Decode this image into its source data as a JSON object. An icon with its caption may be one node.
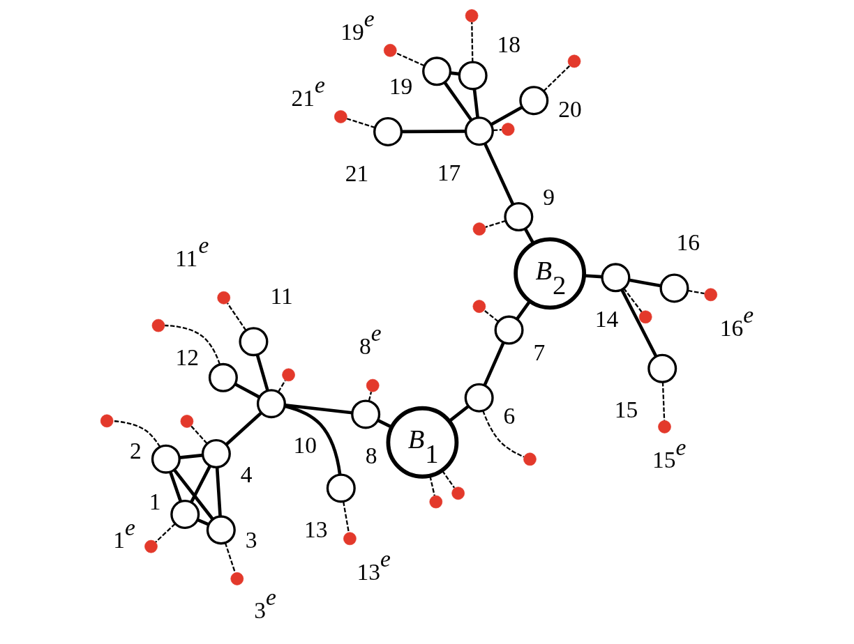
{
  "diagram": {
    "nodes": [
      {
        "text": [],
        "shape": "circle",
        "beside": [
          "1"
        ]
      },
      {
        "text": [],
        "shape": "circle",
        "beside": [
          "2"
        ]
      },
      {
        "text": [],
        "shape": "circle",
        "beside": [
          "3"
        ]
      },
      {
        "text": [],
        "shape": "circle",
        "beside": [
          "4"
        ]
      },
      {
        "text": [],
        "shape": "circle",
        "beside": [
          "6"
        ]
      },
      {
        "text": [],
        "shape": "circle",
        "beside": [
          "7"
        ]
      },
      {
        "text": [],
        "shape": "circle",
        "beside": [
          "8"
        ]
      },
      {
        "text": [],
        "shape": "circle",
        "beside": [
          "9"
        ]
      },
      {
        "text": [],
        "shape": "circle",
        "beside": [
          "10"
        ]
      },
      {
        "text": [],
        "shape": "circle",
        "beside": [
          "11"
        ]
      },
      {
        "text": [],
        "shape": "circle",
        "beside": [
          "12"
        ]
      },
      {
        "text": [],
        "shape": "circle",
        "beside": [
          "13"
        ]
      },
      {
        "text": [],
        "shape": "circle",
        "beside": [
          "14"
        ]
      },
      {
        "text": [],
        "shape": "circle",
        "beside": [
          "15"
        ]
      },
      {
        "text": [],
        "shape": "circle",
        "beside": [
          "16"
        ]
      },
      {
        "text": [],
        "shape": "circle",
        "beside": [
          "17"
        ]
      },
      {
        "text": [],
        "shape": "circle",
        "beside": [
          "18"
        ]
      },
      {
        "text": [],
        "shape": "circle",
        "beside": [
          "19"
        ]
      },
      {
        "text": [],
        "shape": "circle",
        "beside": [
          "20"
        ]
      },
      {
        "text": [],
        "shape": "circle",
        "beside": [
          "21"
        ]
      },
      {
        "text": [
          "*B*$_{1}$"
        ]
      },
      {
        "text": [
          "*B*$_{2}$"
        ]
      },
      {
        "text": [],
        "shape": "dot",
        "beside": [
          "1$^{e}$"
        ]
      },
      {
        "text": [],
        "shape": "dot"
      },
      {
        "text": [],
        "shape": "dot",
        "beside": [
          "15$^{e}$"
        ]
      },
      {
        "text": [],
        "shape": "dot"
      },
      {
        "text": [],
        "shape": "dot"
      },
      {
        "text": [],
        "shape": "dot"
      },
      {
        "text": [],
        "shape": "dot"
      },
      {
        "text": [],
        "shape": "dot"
      },
      {
        "text": [],
        "shape": "dot",
        "beside": [
          "16$^{e}$"
        ]
      },
      {
        "text": [],
        "shape": "dot"
      },
      {
        "text": [],
        "shape": "dot",
        "beside": [
          "3$^{e}$"
        ]
      },
      {
        "text": [],
        "shape": "dot",
        "beside": [
          "8$^{e}$"
        ]
      },
      {
        "text": [],
        "shape": "dot"
      },
      {
        "text": [],
        "shape": "dot"
      },
      {
        "text": [],
        "shape": "dot",
        "beside": [
          "19$^{e}$"
        ]
      },
      {
        "text": [],
        "shape": "dot"
      },
      {
        "text": [],
        "shape": "dot"
      },
      {
        "text": [],
        "shape": "dot",
        "beside": [
          "11$^{e}$"
        ]
      },
      {
        "text": [],
        "shape": "dot"
      },
      {
        "text": [],
        "shape": "dot",
        "beside": [
          "13$^{e}$"
        ]
      },
      {
        "text": [],
        "shape": "dot"
      },
      {
        "text": [],
        "shape": "dot",
        "beside": [
          "21$^{e}$"
        ]
      }
    ],
    "edges": [
      {
        "from": 0,
        "to": 1,
        "arrow": "none"
      },
      {
        "from": 0,
        "to": 2,
        "arrow": "none"
      },
      {
        "from": 0,
        "to": 3,
        "arrow": "none"
      },
      {
        "from": 1,
        "to": 2,
        "arrow": "none"
      },
      {
        "from": 1,
        "to": 3,
        "arrow": "none"
      },
      {
        "from": 2,
        "to": 3,
        "arrow": "none"
      },
      {
        "from": 3,
        "to": 8,
        "arrow": "none"
      },
      {
        "from": 8,
        "to": 6,
        "arrow": "none"
      },
      {
        "from": 8,
        "to": 9,
        "arrow": "none"
      },
      {
        "from": 8,
        "to": 10,
        "arrow": "none"
      },
      {
        "from": 8,
        "to": 11,
        "arrow": "none"
      },
      {
        "from": 4,
        "to": 5,
        "arrow": "none"
      },
      {
        "from": 4,
        "to": 20,
        "arrow": "none"
      },
      {
        "from": 6,
        "to": 20,
        "arrow": "none"
      },
      {
        "from": 5,
        "to": 21,
        "arrow": "none"
      },
      {
        "from": 7,
        "to": 21,
        "arrow": "none"
      },
      {
        "from": 12,
        "to": 21,
        "arrow": "none"
      },
      {
        "from": 12,
        "to": 13,
        "arrow": "none"
      },
      {
        "from": 12,
        "to": 14,
        "arrow": "none"
      },
      {
        "from": 7,
        "to": 15,
        "arrow": "none"
      },
      {
        "from": 15,
        "to": 18,
        "arrow": "none"
      },
      {
        "from": 15,
        "to": 17,
        "arrow": "none"
      },
      {
        "from": 15,
        "to": 16,
        "arrow": "none"
      },
      {
        "from": 17,
        "to": 16,
        "arrow": "none"
      },
      {
        "from": 15,
        "to": 19,
        "arrow": "none"
      },
      {
        "from": 0,
        "to": 22,
        "arrow": "none",
        "style": "dashed"
      },
      {
        "from": 1,
        "to": 23,
        "arrow": "none",
        "style": "dashed"
      },
      {
        "from": 13,
        "to": 24,
        "arrow": "none",
        "style": "dashed"
      },
      {
        "from": 4,
        "to": 25,
        "arrow": "none",
        "style": "dashed"
      },
      {
        "from": 5,
        "to": 26,
        "arrow": "none",
        "style": "dashed"
      },
      {
        "from": 20,
        "to": 27,
        "arrow": "none",
        "style": "dashed"
      },
      {
        "from": 20,
        "to": 28,
        "arrow": "none",
        "style": "dashed"
      },
      {
        "from": 12,
        "to": 29,
        "arrow": "none",
        "style": "dashed"
      },
      {
        "from": 14,
        "to": 30,
        "arrow": "none",
        "style": "dashed"
      },
      {
        "from": 3,
        "to": 31,
        "arrow": "none",
        "style": "dashed"
      },
      {
        "from": 2,
        "to": 32,
        "arrow": "none",
        "style": "dashed"
      },
      {
        "from": 6,
        "to": 33,
        "arrow": "none",
        "style": "dashed"
      },
      {
        "from": 7,
        "to": 34,
        "arrow": "none",
        "style": "dashed"
      },
      {
        "from": 18,
        "to": 35,
        "arrow": "none",
        "style": "dashed"
      },
      {
        "from": 17,
        "to": 36,
        "arrow": "none",
        "style": "dashed"
      },
      {
        "from": 15,
        "to": 37,
        "arrow": "none",
        "style": "dashed"
      },
      {
        "from": 8,
        "to": 38,
        "arrow": "none",
        "style": "dashed"
      },
      {
        "from": 9,
        "to": 39,
        "arrow": "none",
        "style": "dashed"
      },
      {
        "from": 10,
        "to": 40,
        "arrow": "none",
        "style": "dashed"
      },
      {
        "from": 11,
        "to": 41,
        "arrow": "none",
        "style": "dashed"
      },
      {
        "from": 16,
        "to": 42,
        "arrow": "none",
        "style": "dashed"
      },
      {
        "from": 19,
        "to": 43,
        "arrow": "none",
        "style": "dashed"
      }
    ]
  }
}
